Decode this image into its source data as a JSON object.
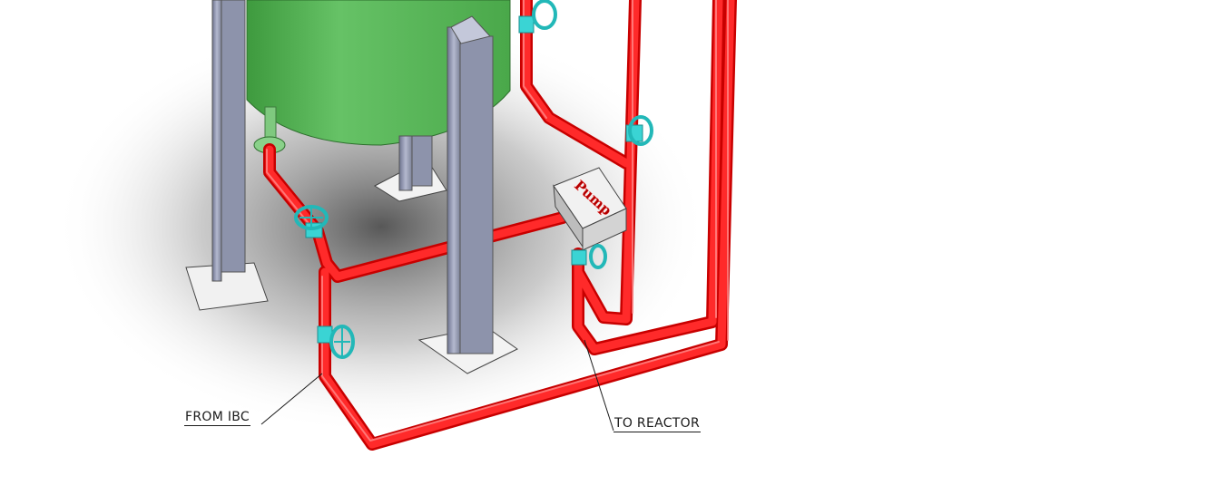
{
  "callouts": {
    "from_ibc": "FROM IBC",
    "to_reactor": "TO REACTOR"
  },
  "equipment": {
    "pump_label": "Pump",
    "tank": "ibc-tank",
    "supports": [
      "support-column-left",
      "support-column-center",
      "support-column-rear"
    ],
    "valves": [
      "valve-top",
      "valve-left-upper",
      "valve-left-lower",
      "valve-right-return",
      "valve-pump-outlet"
    ]
  },
  "colors": {
    "pipe": "#e50000",
    "pipe_highlight": "#ff6a6a",
    "tank": "#5cb85c",
    "valve": "#34d0d0",
    "steel": "#9aa0b8",
    "pump_body": "#e4e4e4"
  }
}
